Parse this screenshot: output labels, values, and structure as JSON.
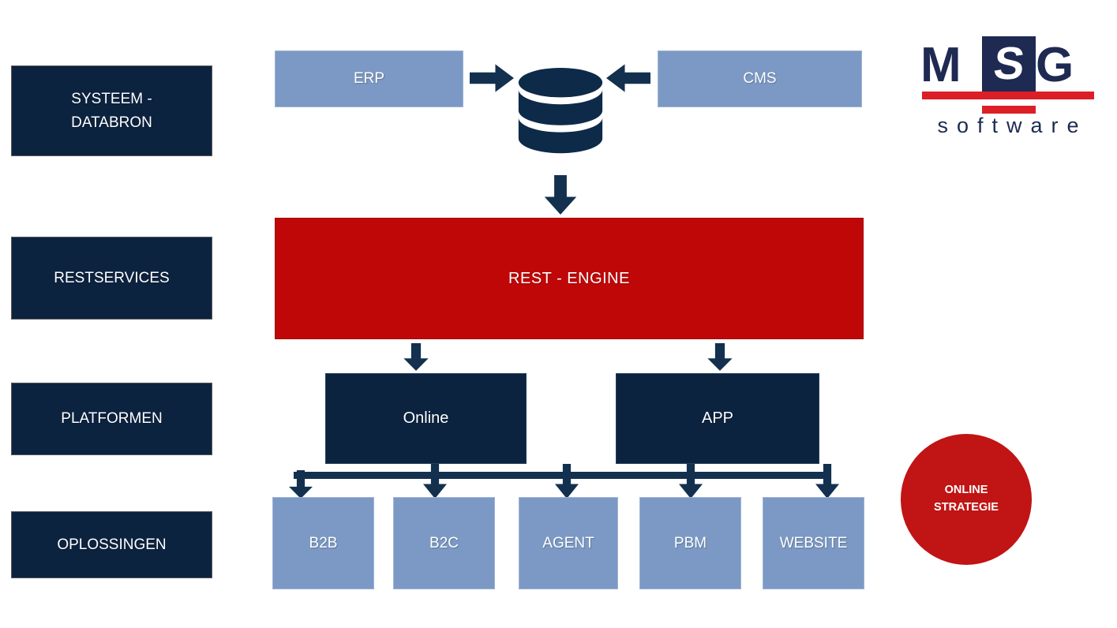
{
  "palette": {
    "navy_box": "#0c2340",
    "navy_shape": "#13304f",
    "steel_blue": "#7b99c4",
    "engine_red": "#c00707",
    "badge_red": "#c11414",
    "logo_navy": "#1e2a52",
    "logo_red": "#dc1f26",
    "text_white": "#ffffff"
  },
  "row_labels": {
    "items": [
      {
        "label": "SYSTEEM -\nDATABRON"
      },
      {
        "label": "RESTSERVICES"
      },
      {
        "label": "PLATFORMEN"
      },
      {
        "label": "OPLOSSINGEN"
      }
    ]
  },
  "sources": {
    "erp": {
      "label": "ERP"
    },
    "cms": {
      "label": "CMS"
    }
  },
  "engine": {
    "label": "REST - ENGINE"
  },
  "platforms": {
    "online": {
      "label": "Online"
    },
    "app": {
      "label": "APP"
    }
  },
  "solutions": {
    "items": [
      {
        "label": "B2B"
      },
      {
        "label": "B2C"
      },
      {
        "label": "AGENT"
      },
      {
        "label": "PBM"
      },
      {
        "label": "WEBSITE"
      }
    ]
  },
  "badge": {
    "label": "ONLINE\nSTRATEGIE"
  },
  "logo": {
    "m": "M",
    "s": "S",
    "g": "G",
    "word": "software"
  },
  "icons": {
    "database": "database-icon",
    "flow_arrows": [
      "arrow-right-icon",
      "arrow-left-icon",
      "arrow-down-icon"
    ]
  }
}
